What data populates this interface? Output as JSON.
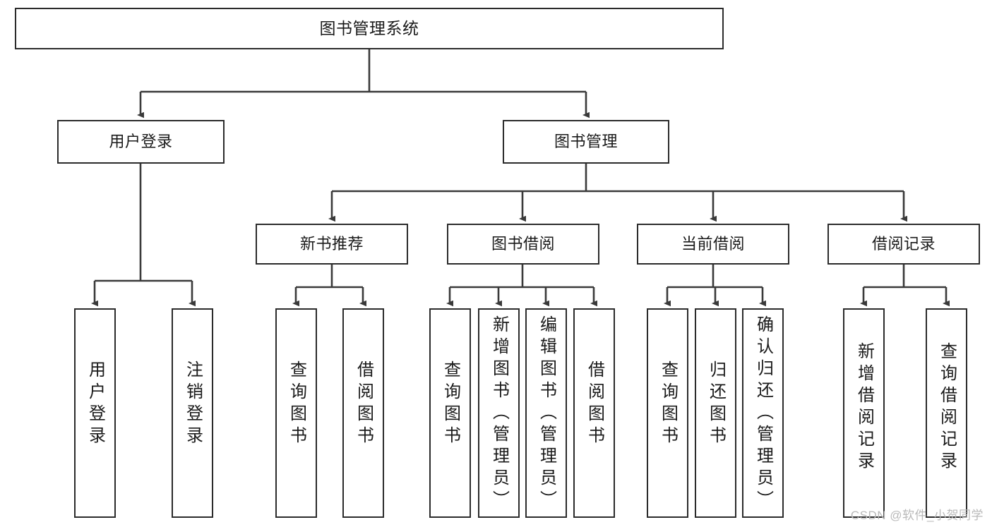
{
  "diagram": {
    "title": "图书管理系统",
    "type": "tree",
    "watermark": "CSDN @软件_小贺同学",
    "colors": {
      "box_border": "#2b2b2b",
      "box_fill": "#ffffff",
      "connector": "#3a3a3a",
      "text": "#1a1a1a",
      "watermark": "#b9b9b9"
    },
    "nodes": {
      "root": {
        "label": "图书管理系统"
      },
      "level2": [
        {
          "label": "用户登录"
        },
        {
          "label": "图书管理"
        }
      ],
      "level3": [
        {
          "label": "新书推荐"
        },
        {
          "label": "图书借阅"
        },
        {
          "label": "当前借阅"
        },
        {
          "label": "借阅记录"
        }
      ],
      "leaves_user_login": [
        {
          "label": "用户登录"
        },
        {
          "label": "注销登录"
        }
      ],
      "leaves_new_book": [
        {
          "label": "查询图书"
        },
        {
          "label": "借阅图书"
        }
      ],
      "leaves_borrow": [
        {
          "label": "查询图书"
        },
        {
          "label": "新增图书（管理员）"
        },
        {
          "label": "编辑图书（管理员）"
        },
        {
          "label": "借阅图书"
        }
      ],
      "leaves_current": [
        {
          "label": "查询图书"
        },
        {
          "label": "归还图书"
        },
        {
          "label": "确认归还（管理员）"
        }
      ],
      "leaves_records": [
        {
          "label": "新增借阅记录"
        },
        {
          "label": "查询借阅记录"
        }
      ]
    }
  }
}
